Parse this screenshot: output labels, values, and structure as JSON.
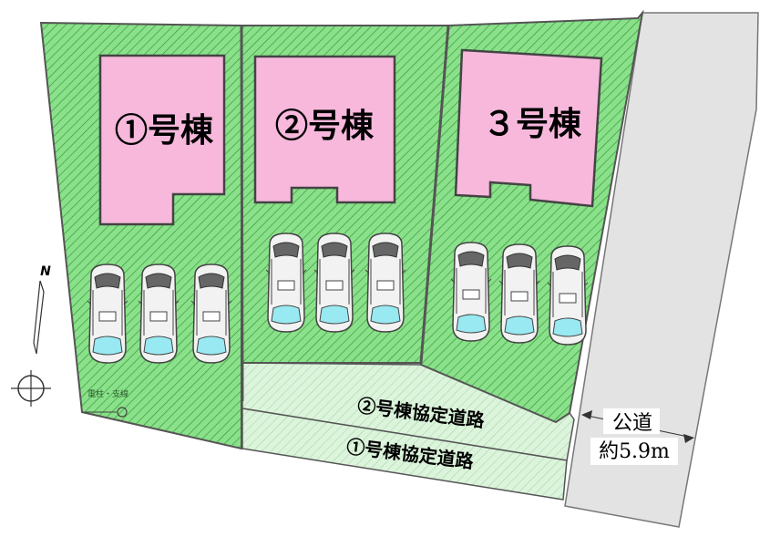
{
  "buildings": [
    {
      "label": "①号棟"
    },
    {
      "label": "②号棟"
    },
    {
      "label": "３号棟"
    }
  ],
  "agreement_roads": [
    {
      "label": "②号棟協定道路"
    },
    {
      "label": "①号棟協定道路"
    }
  ],
  "public_road": {
    "line1": "公道",
    "line2": "約5.9m"
  },
  "utility_pole": {
    "label": "電柱・支線"
  },
  "north_arrow": {
    "label": "N"
  },
  "colors": {
    "lot_fill": "#8be08b",
    "lot_hatch": "#2e9a2e",
    "building_fill": "#f7b8dc",
    "road_fill": "#d4f0d4",
    "public_road_fill": "#e3e3e3",
    "outline": "#555555"
  },
  "parking": [
    {
      "lot": 1,
      "cars": 3
    },
    {
      "lot": 2,
      "cars": 3
    },
    {
      "lot": 3,
      "cars": 3
    }
  ]
}
